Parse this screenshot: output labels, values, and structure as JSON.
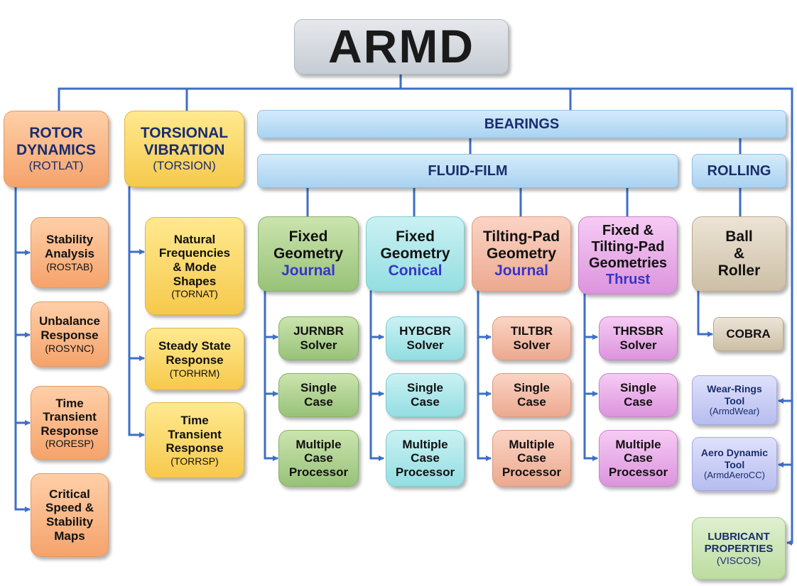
{
  "colors": {
    "connector": "#3d6fc6",
    "title_text": "#1a1a1a",
    "label_navy": "#1a2d6e",
    "accent_blue": "#3535c9"
  },
  "title": "ARMD",
  "rotor": {
    "title1": "ROTOR",
    "title2": "DYNAMICS",
    "code": "(ROTLAT)",
    "items": [
      {
        "lines": [
          "Stability",
          "Analysis"
        ],
        "code": "(ROSTAB)"
      },
      {
        "lines": [
          "Unbalance",
          "Response"
        ],
        "code": "(ROSYNC)"
      },
      {
        "lines": [
          "Time",
          "Transient",
          "Response"
        ],
        "code": "(RORESP)"
      },
      {
        "lines": [
          "Critical",
          "Speed &",
          "Stability",
          "Maps"
        ]
      }
    ]
  },
  "torsion": {
    "title1": "TORSIONAL",
    "title2": "VIBRATION",
    "code": "(TORSION)",
    "items": [
      {
        "lines": [
          "Natural",
          "Frequencies",
          "&  Mode",
          "Shapes"
        ],
        "code": "(TORNAT)"
      },
      {
        "lines": [
          "Steady State",
          "Response"
        ],
        "code": "(TORHRM)"
      },
      {
        "lines": [
          "Time",
          "Transient",
          "Response"
        ],
        "code": "(TORRSP)"
      }
    ]
  },
  "bearings": "BEARINGS",
  "fluid_film": "FLUID-FILM",
  "rolling": "ROLLING",
  "journal": {
    "lines": [
      "Fixed",
      "Geometry"
    ],
    "accent": "Journal",
    "solver": [
      "JURNBR",
      "Solver"
    ],
    "single": [
      "Single",
      "Case"
    ],
    "multi": [
      "Multiple",
      "Case",
      "Processor"
    ]
  },
  "conical": {
    "lines": [
      "Fixed",
      "Geometry"
    ],
    "accent": "Conical",
    "solver": [
      "HYBCBR",
      "Solver"
    ],
    "single": [
      "Single",
      "Case"
    ],
    "multi": [
      "Multiple",
      "Case",
      "Processor"
    ]
  },
  "tilting": {
    "lines": [
      "Tilting-Pad",
      "Geometry"
    ],
    "accent": "Journal",
    "solver": [
      "TILTBR",
      "Solver"
    ],
    "single": [
      "Single",
      "Case"
    ],
    "multi": [
      "Multiple",
      "Case",
      "Processor"
    ]
  },
  "thrust": {
    "lines": [
      "Fixed &",
      "Tilting-Pad",
      "Geometries"
    ],
    "accent": "Thrust",
    "solver": [
      "THRSBR",
      "Solver"
    ],
    "single": [
      "Single",
      "Case"
    ],
    "multi": [
      "Multiple",
      "Case",
      "Processor"
    ]
  },
  "ball": {
    "lines": [
      "Ball",
      "&",
      "Roller"
    ]
  },
  "cobra": "COBRA",
  "wear": {
    "lines": [
      "Wear-Rings",
      "Tool"
    ],
    "code": "(ArmdWear)"
  },
  "aero": {
    "lines": [
      "Aero Dynamic",
      "Tool"
    ],
    "code": "(ArmdAeroCC)"
  },
  "lube": {
    "lines": [
      "LUBRICANT",
      "PROPERTIES"
    ],
    "code": "(VISCOS)"
  }
}
